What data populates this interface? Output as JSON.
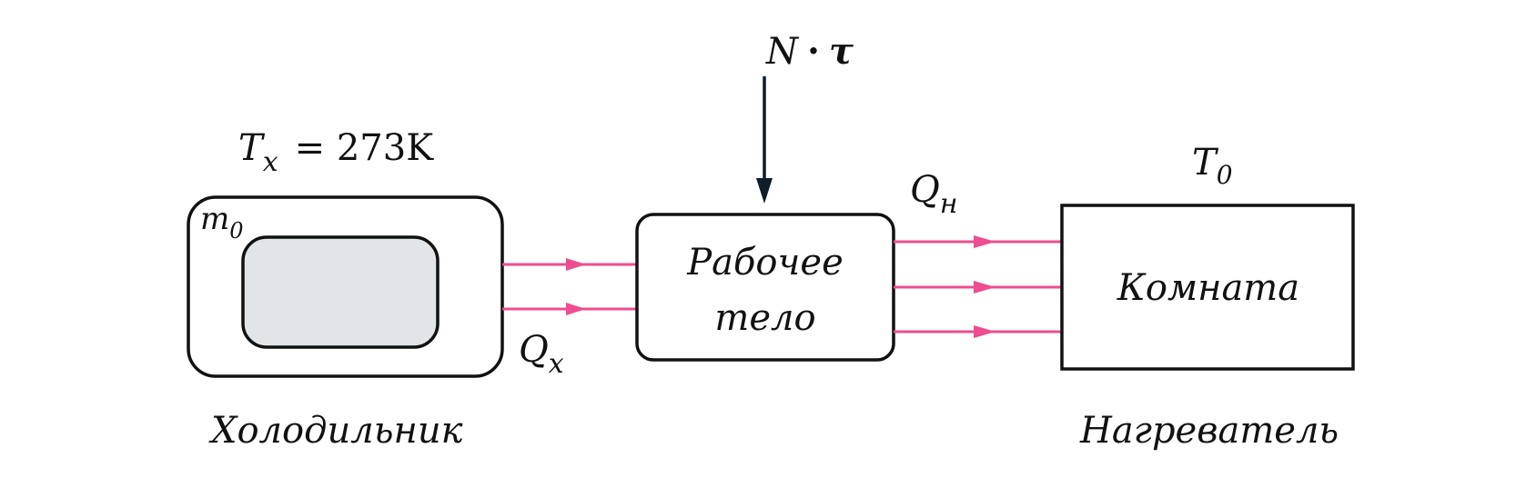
{
  "colors": {
    "heat_flow": "#ee4d8f",
    "work_arrow": "#0f1d2b",
    "inner_fill": "#e2e5e8",
    "outline": "#111111"
  },
  "cold": {
    "temp_var": "T",
    "temp_sub": "x",
    "temp_value": "= 273K",
    "mass_var": "m",
    "mass_sub": "0",
    "caption": "Холодильник"
  },
  "work": {
    "var": "N",
    "dot": "·",
    "tau": "τ"
  },
  "body": {
    "line1": "Рабочее",
    "line2": "тело"
  },
  "room": {
    "label": "Комната",
    "temp_var": "T",
    "temp_sub": "0",
    "caption": "Нагреватель"
  },
  "heat": {
    "qx_var": "Q",
    "qx_sub": "x",
    "qh_var": "Q",
    "qh_sub": "н"
  }
}
